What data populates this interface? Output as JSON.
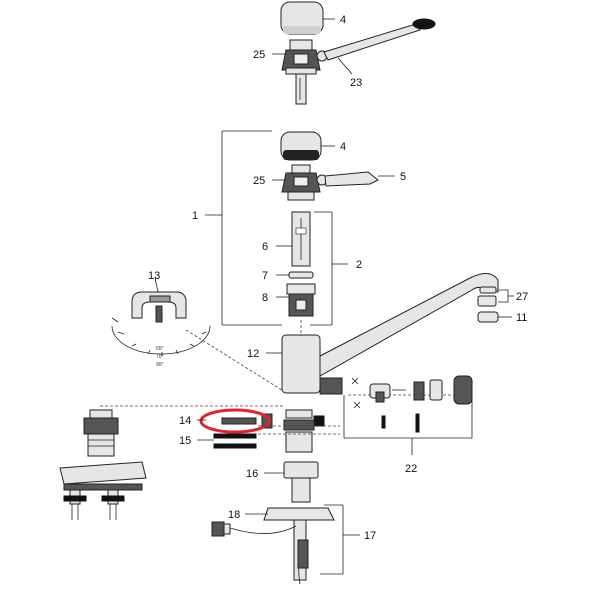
{
  "labels": {
    "l4a": "4",
    "l25a": "25",
    "l23": "23",
    "l4b": "4",
    "l25b": "25",
    "l5": "5",
    "l1": "1",
    "l6": "6",
    "l2": "2",
    "l7": "7",
    "l8": "8",
    "l13": "13",
    "l27": "27",
    "l11": "11",
    "l12": "12",
    "l14": "14",
    "l15": "15",
    "l16": "16",
    "l22": "22",
    "l18": "18",
    "l17": "17"
  },
  "dial": {
    "d55": "55°",
    "d70": "70°",
    "d90": "90°"
  },
  "colors": {
    "highlight": "#e8202a",
    "ink": "#222222"
  }
}
